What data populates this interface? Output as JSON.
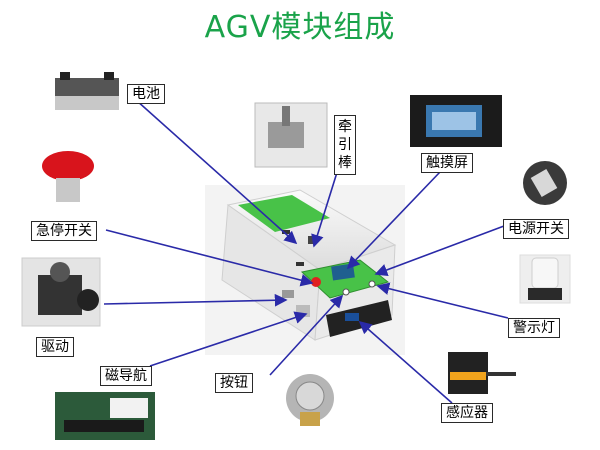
{
  "title": "AGV模块组成",
  "labels": {
    "battery": "电池",
    "tow_bar": "牵引棒",
    "touch_screen": "触摸屏",
    "emergency_stop": "急停开关",
    "power_switch": "电源开关",
    "drive": "驱动",
    "warning_light": "警示灯",
    "magnetic_nav": "磁导航",
    "button": "按钮",
    "sensor": "感应器"
  },
  "colors": {
    "title": "#1aa34a",
    "arrow": "#2a2aa8",
    "agv_body": "#f2f2f2",
    "agv_panel": "#48c248",
    "label_border": "#2a2a2a"
  }
}
